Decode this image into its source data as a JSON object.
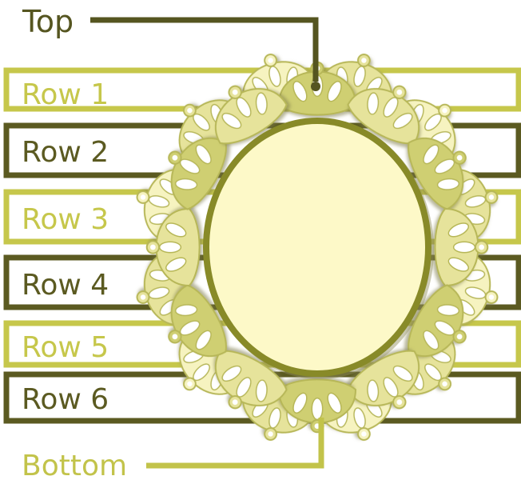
{
  "labels": {
    "top": "Top",
    "bottom": "Bottom",
    "rows": [
      "Row 1",
      "Row 2",
      "Row 3",
      "Row 4",
      "Row 5",
      "Row 6"
    ]
  },
  "colors": {
    "light_row": "#c6c74b",
    "dark_row": "#5b5a21",
    "top_label": "#555520",
    "bottom_label": "#c2c34a",
    "center_fill": "#fdf9c8",
    "center_ring": "#888a28",
    "petal_light": "#f6f3c0",
    "petal_mid": "#e6e39b",
    "petal_dark": "#cfcf72",
    "petal_outline": "#b7b758",
    "shadow": "#8d8b5c"
  }
}
